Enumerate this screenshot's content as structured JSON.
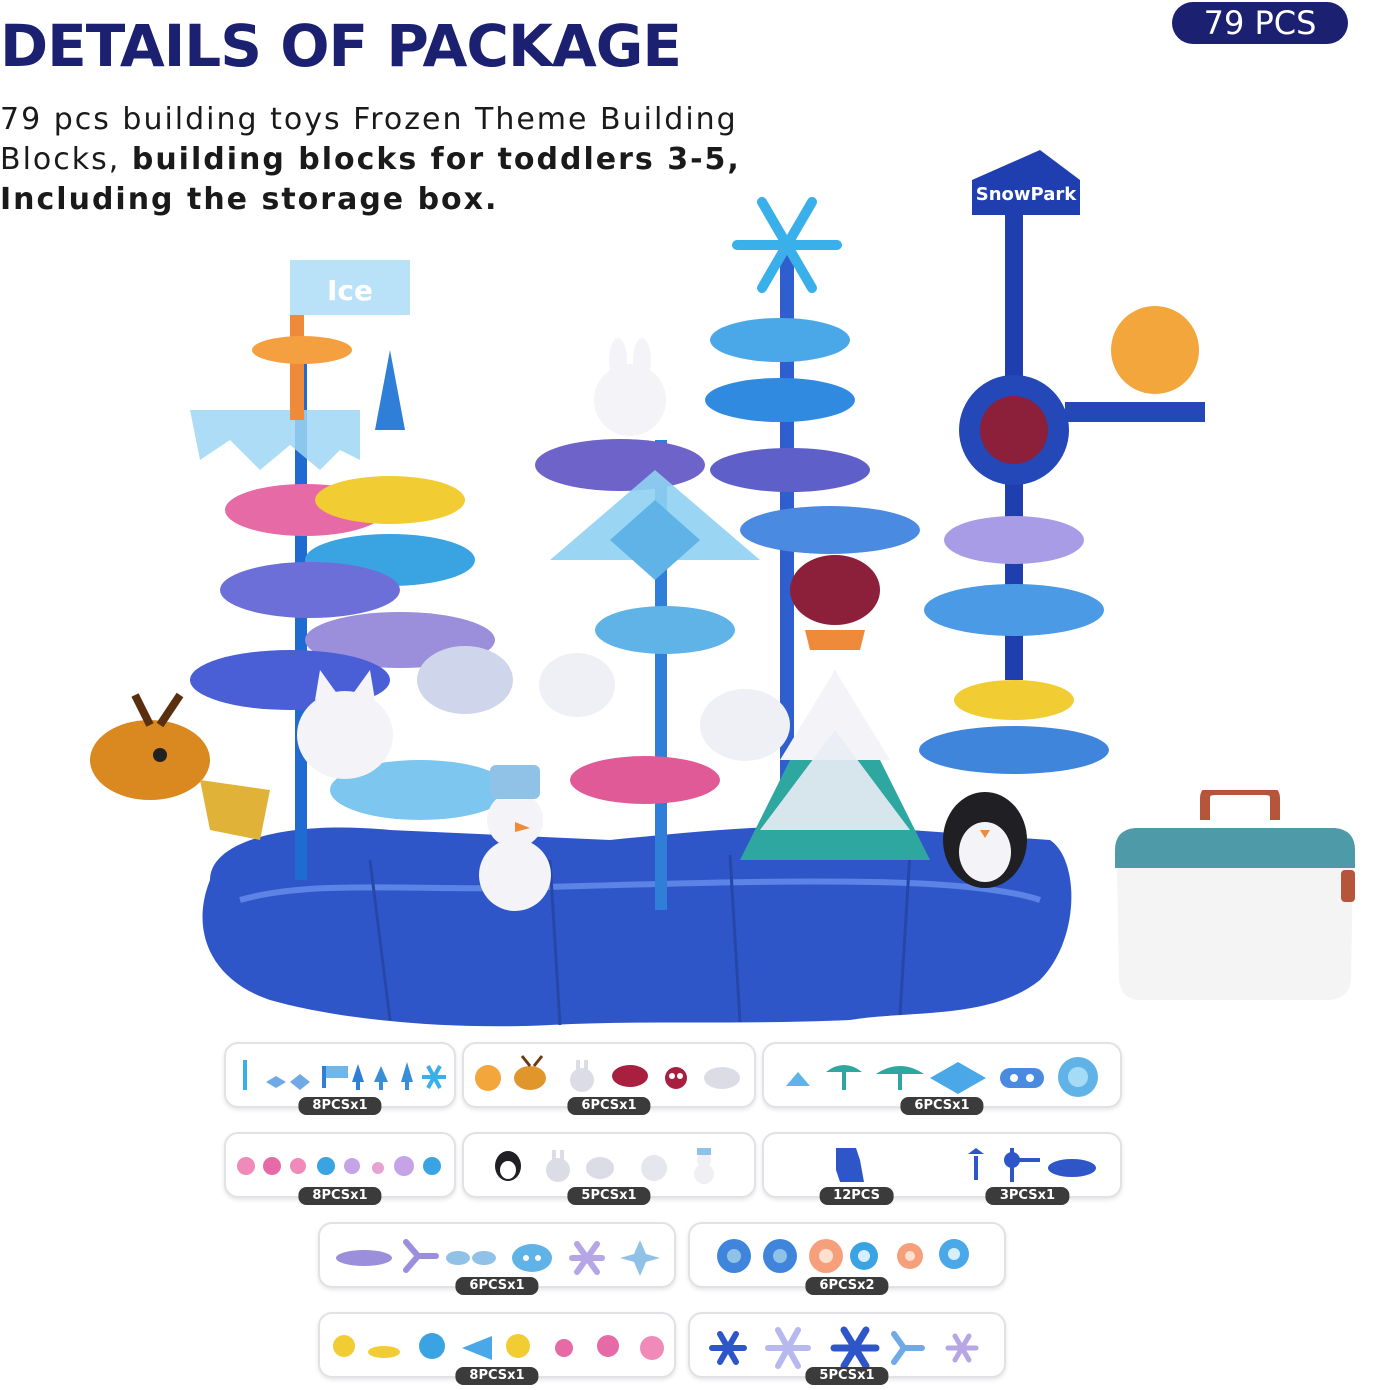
{
  "header": {
    "title": "DETAILS OF PACKAGE",
    "badge": "79 PCS"
  },
  "description": {
    "plain": "79 pcs building toys Frozen Theme Building Blocks, ",
    "bold": "building blocks for toddlers 3-5, Including the storage box."
  },
  "scene": {
    "sign_text": "SnowPark",
    "flag_text": "Ice"
  },
  "colors": {
    "title": "#1b2170",
    "badge_bg": "#1b2170",
    "base_blue": "#2f56c8",
    "ice_light": "#7cc6f0",
    "lavender": "#9b8fdc",
    "pink": "#e66aa6",
    "yellow": "#f2cc33",
    "teal_lid": "#4f9aa8"
  },
  "parts": [
    {
      "qty": "8PCSx1",
      "icons": [
        "stick-icon",
        "butterfly-icon",
        "butterfly-icon",
        "flag-icon",
        "crystal-icon",
        "crystal-icon",
        "crystal-icon",
        "snowflake-icon"
      ]
    },
    {
      "qty": "6PCSx1",
      "icons": [
        "squirrel-icon",
        "deer-icon",
        "bunny-icon",
        "fox-icon",
        "owl-icon",
        "dragon-icon"
      ]
    },
    {
      "qty": "6PCSx1",
      "icons": [
        "tree-icon",
        "umbrella-leaf-icon",
        "umbrella-leaf-icon",
        "crystal-leaf-icon",
        "connector-icon",
        "round-snowflake-icon"
      ]
    },
    {
      "qty": "8PCSx1",
      "icons": [
        "flower-icon",
        "flower-icon",
        "flower-icon",
        "flower-icon",
        "flower-icon",
        "flower-icon",
        "flower-icon",
        "flower-icon"
      ]
    },
    {
      "qty": "5PCSx1",
      "icons": [
        "penguin-icon",
        "bunny-icon",
        "seal-icon",
        "bear-icon",
        "snowman-icon"
      ]
    },
    {
      "qty": "12PCS",
      "icons": [
        "base-block-icon"
      ]
    },
    {
      "qty": "3PCSx1",
      "icons": [
        "sign-post-icon",
        "pole-icon",
        "disc-icon"
      ]
    },
    {
      "qty": "6PCSx1",
      "icons": [
        "oval-leaf-icon",
        "propeller-icon",
        "bead-chain-icon",
        "donut-icon",
        "star-flower-icon",
        "cross-flower-icon"
      ]
    },
    {
      "qty": "6PCSx2",
      "icons": [
        "gear-flower-icon",
        "gear-flower-icon",
        "gear-flower-icon",
        "gear-flower-icon",
        "gear-flower-icon",
        "gear-flower-icon"
      ]
    },
    {
      "qty": "8PCSx1",
      "icons": [
        "flower-icon",
        "bow-icon",
        "flower-icon",
        "leaf-icon",
        "flower-icon",
        "flower-icon",
        "flower-icon",
        "flower-icon"
      ]
    },
    {
      "qty": "5PCSx1",
      "icons": [
        "snowflake-icon",
        "snowflake-icon",
        "snowflake-icon",
        "propeller-icon",
        "snowflake-icon"
      ]
    }
  ]
}
